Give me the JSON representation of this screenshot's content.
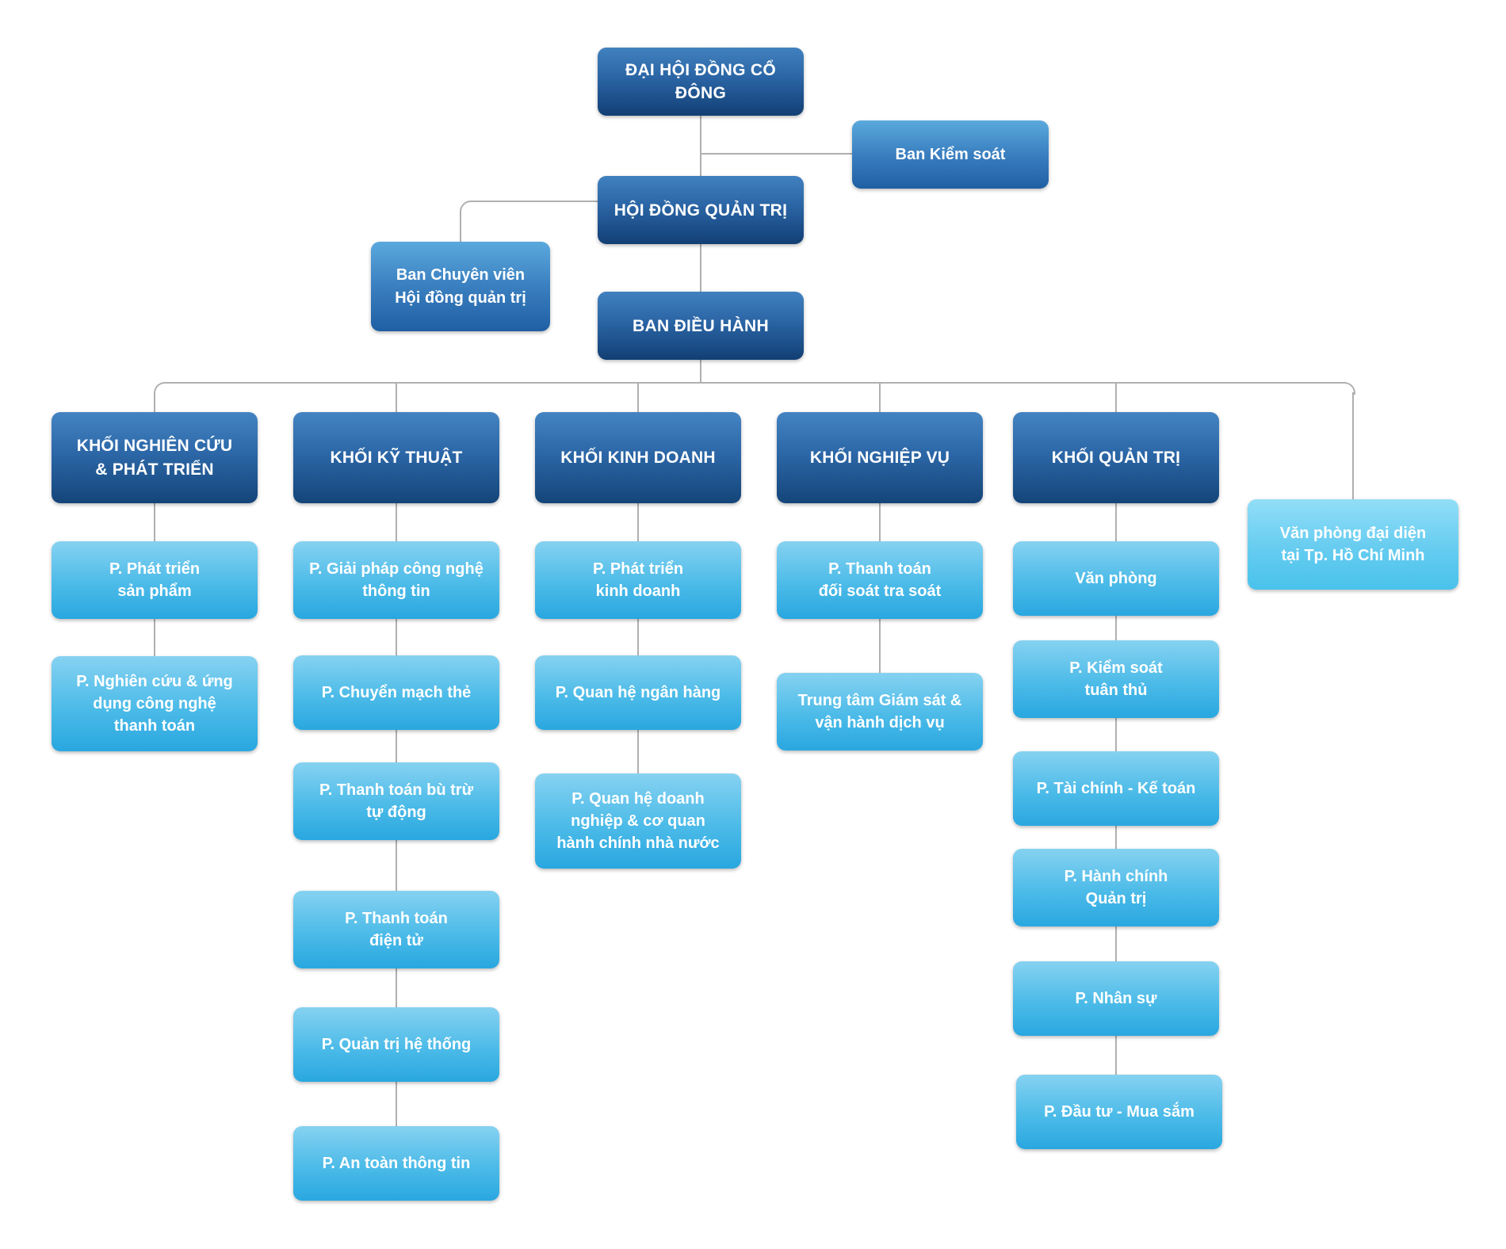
{
  "colors": {
    "executive_box_top": "#4181bf",
    "executive_box_bottom": "#123f74",
    "board_box_top": "#5aa9dd",
    "board_box_bottom": "#1f5fa3",
    "department_box_top": "#86d2f1",
    "department_box_bottom": "#29a7e0",
    "office_box_top": "#92def7",
    "office_box_bottom": "#49c2ec",
    "text": "#ffffff",
    "connector": "#b0b0b0"
  },
  "org": {
    "shareholders": {
      "label": "ĐẠI HỘI ĐỒNG CỔ ĐÔNG"
    },
    "supervisory_board": {
      "label": "Ban Kiểm soát"
    },
    "board_of_directors": {
      "label": "HỘI ĐỒNG QUẢN TRỊ"
    },
    "board_advisory": {
      "label": "Ban Chuyên viên\nHội đồng quản trị"
    },
    "executive_board": {
      "label": "BAN ĐIỀU HÀNH"
    },
    "representative_office": {
      "label": "Văn phòng đại diện\ntại Tp. Hồ Chí Minh"
    },
    "divisions": [
      {
        "label": "KHỐI NGHIÊN CỨU\n& PHÁT TRIỂN",
        "children": [
          "P. Phát triển\nsản phẩm",
          "P. Nghiên cứu & ứng\ndụng công nghệ\nthanh toán"
        ]
      },
      {
        "label": "KHỐI KỸ THUẬT",
        "children": [
          "P. Giải pháp công nghệ\nthông tin",
          "P. Chuyển mạch thẻ",
          "P. Thanh toán bù trừ\ntự động",
          "P. Thanh toán\nđiện tử",
          "P. Quản trị hệ thống",
          "P. An toàn thông tin"
        ]
      },
      {
        "label": "KHỐI KINH DOANH",
        "children": [
          "P. Phát triển\nkinh doanh",
          "P. Quan hệ ngân hàng",
          "P. Quan hệ doanh\nnghiệp & cơ quan\nhành chính nhà nước"
        ]
      },
      {
        "label": "KHỐI NGHIỆP VỤ",
        "children": [
          "P. Thanh toán\nđối soát tra soát",
          "Trung tâm Giám sát &\nvận hành dịch vụ"
        ]
      },
      {
        "label": "KHỐI QUẢN TRỊ",
        "children": [
          "Văn phòng",
          "P. Kiểm soát\ntuân thủ",
          "P. Tài chính - Kế toán",
          "P. Hành chính\nQuản trị",
          "P. Nhân sự",
          "P. Đầu tư - Mua sắm"
        ]
      }
    ]
  }
}
